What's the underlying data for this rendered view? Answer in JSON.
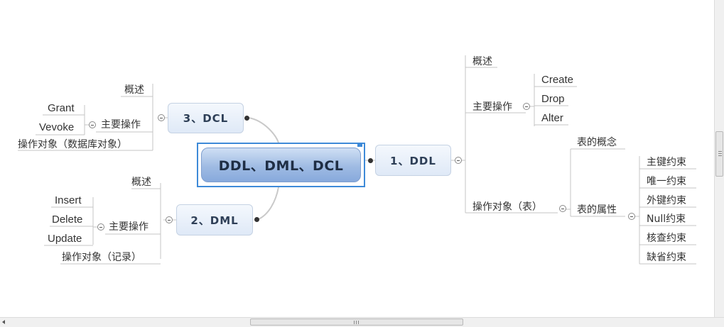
{
  "central": {
    "label": "DDL、DML、DCL"
  },
  "ddl": {
    "label": "1、DDL",
    "overview": "概述",
    "ops_label": "主要操作",
    "ops": [
      "Create",
      "Drop",
      "Alter"
    ],
    "object_label": "操作对象（表）",
    "concept": "表的概念",
    "props_label": "表的属性",
    "props": [
      "主键约束",
      "唯一约束",
      "外键约束",
      "Null约束",
      "核查约束",
      "缺省约束"
    ]
  },
  "dml": {
    "label": "2、DML",
    "overview": "概述",
    "ops_label": "主要操作",
    "ops": [
      "Insert",
      "Delete",
      "Update"
    ],
    "object_label": "操作对象（记录）"
  },
  "dcl": {
    "label": "3、DCL",
    "overview": "概述",
    "ops_label": "主要操作",
    "ops": [
      "Grant",
      "Vevoke"
    ],
    "object_label": "操作对象（数据库对象）"
  },
  "colors": {
    "connector": "#c4c4c4",
    "topic_border": "#c5d2e3",
    "selection": "#3e8ad8"
  },
  "icons": [
    "collapse-icon",
    "connector-dot"
  ]
}
